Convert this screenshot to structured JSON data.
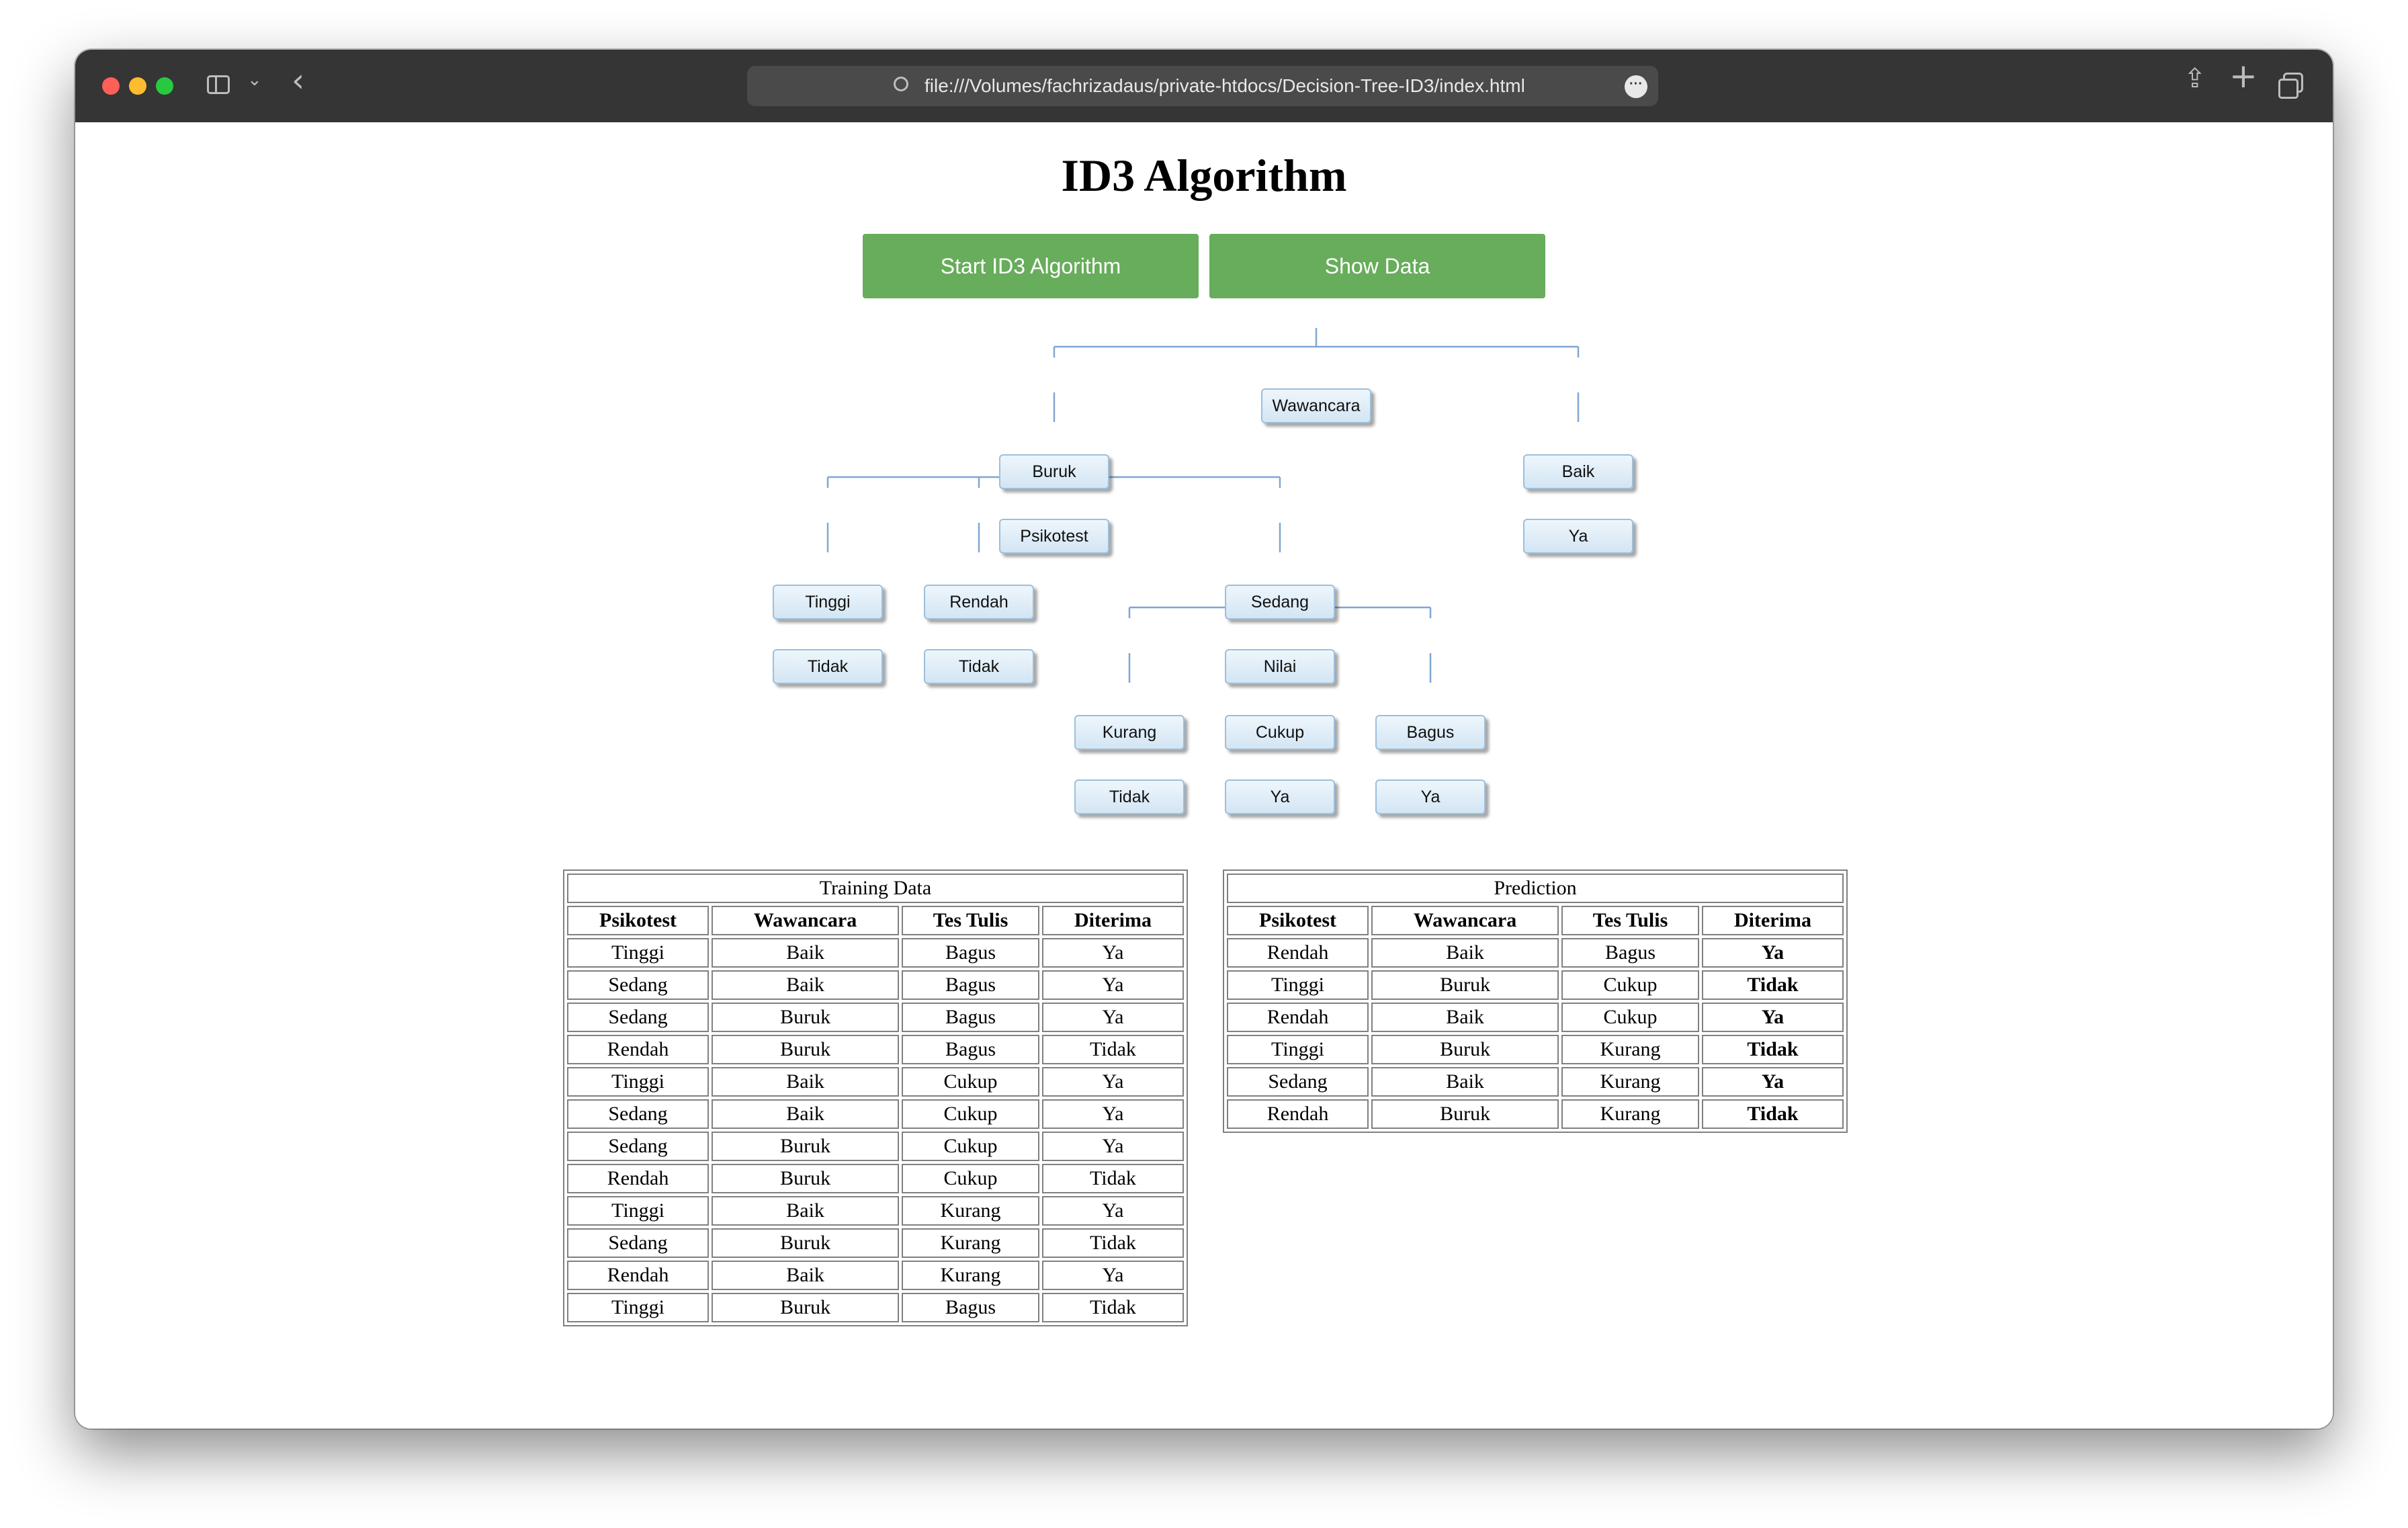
{
  "browser": {
    "url": "file:///Volumes/fachrizadaus/private-htdocs/Decision-Tree-ID3/index.html"
  },
  "page": {
    "title": "ID3 Algorithm",
    "buttons": {
      "start": "Start ID3 Algorithm",
      "show": "Show Data"
    }
  },
  "tree": {
    "root": "Wawancara",
    "buruk": "Buruk",
    "baik": "Baik",
    "baik_result": "Ya",
    "psikotest": "Psikotest",
    "tinggi": "Tinggi",
    "rendah": "Rendah",
    "sedang": "Sedang",
    "tinggi_result": "Tidak",
    "rendah_result": "Tidak",
    "nilai": "Nilai",
    "kurang": "Kurang",
    "cukup": "Cukup",
    "bagus": "Bagus",
    "kurang_result": "Tidak",
    "cukup_result": "Ya",
    "bagus_result": "Ya"
  },
  "training": {
    "caption": "Training Data",
    "headers": [
      "Psikotest",
      "Wawancara",
      "Tes Tulis",
      "Diterima"
    ],
    "rows": [
      [
        "Tinggi",
        "Baik",
        "Bagus",
        "Ya"
      ],
      [
        "Sedang",
        "Baik",
        "Bagus",
        "Ya"
      ],
      [
        "Sedang",
        "Buruk",
        "Bagus",
        "Ya"
      ],
      [
        "Rendah",
        "Buruk",
        "Bagus",
        "Tidak"
      ],
      [
        "Tinggi",
        "Baik",
        "Cukup",
        "Ya"
      ],
      [
        "Sedang",
        "Baik",
        "Cukup",
        "Ya"
      ],
      [
        "Sedang",
        "Buruk",
        "Cukup",
        "Ya"
      ],
      [
        "Rendah",
        "Buruk",
        "Cukup",
        "Tidak"
      ],
      [
        "Tinggi",
        "Baik",
        "Kurang",
        "Ya"
      ],
      [
        "Sedang",
        "Buruk",
        "Kurang",
        "Tidak"
      ],
      [
        "Rendah",
        "Baik",
        "Kurang",
        "Ya"
      ],
      [
        "Tinggi",
        "Buruk",
        "Bagus",
        "Tidak"
      ]
    ]
  },
  "prediction": {
    "caption": "Prediction",
    "headers": [
      "Psikotest",
      "Wawancara",
      "Tes Tulis",
      "Diterima"
    ],
    "rows": [
      [
        "Rendah",
        "Baik",
        "Bagus",
        "Ya"
      ],
      [
        "Tinggi",
        "Buruk",
        "Cukup",
        "Tidak"
      ],
      [
        "Rendah",
        "Baik",
        "Cukup",
        "Ya"
      ],
      [
        "Tinggi",
        "Buruk",
        "Kurang",
        "Tidak"
      ],
      [
        "Sedang",
        "Baik",
        "Kurang",
        "Ya"
      ],
      [
        "Rendah",
        "Buruk",
        "Kurang",
        "Tidak"
      ]
    ]
  }
}
